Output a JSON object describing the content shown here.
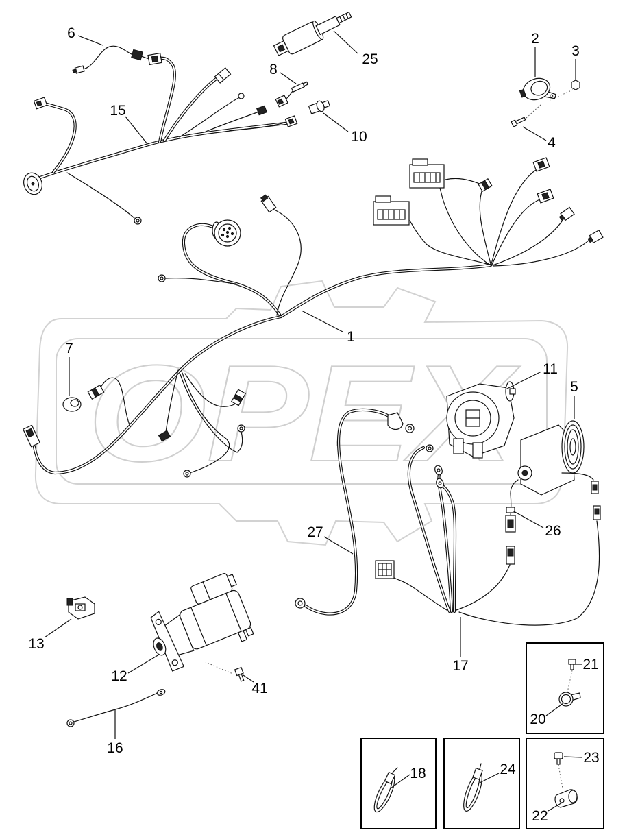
{
  "diagram": {
    "watermark": "OPEX"
  },
  "callouts": {
    "c1": "1",
    "c2": "2",
    "c3": "3",
    "c4": "4",
    "c5": "5",
    "c6": "6",
    "c7": "7",
    "c8": "8",
    "c10": "10",
    "c11": "11",
    "c12": "12",
    "c13": "13",
    "c15": "15",
    "c16": "16",
    "c17": "17",
    "c18": "18",
    "c20": "20",
    "c21": "21",
    "c22": "22",
    "c23": "23",
    "c24": "24",
    "c25": "25",
    "c26": "26",
    "c27": "27",
    "c41": "41"
  }
}
